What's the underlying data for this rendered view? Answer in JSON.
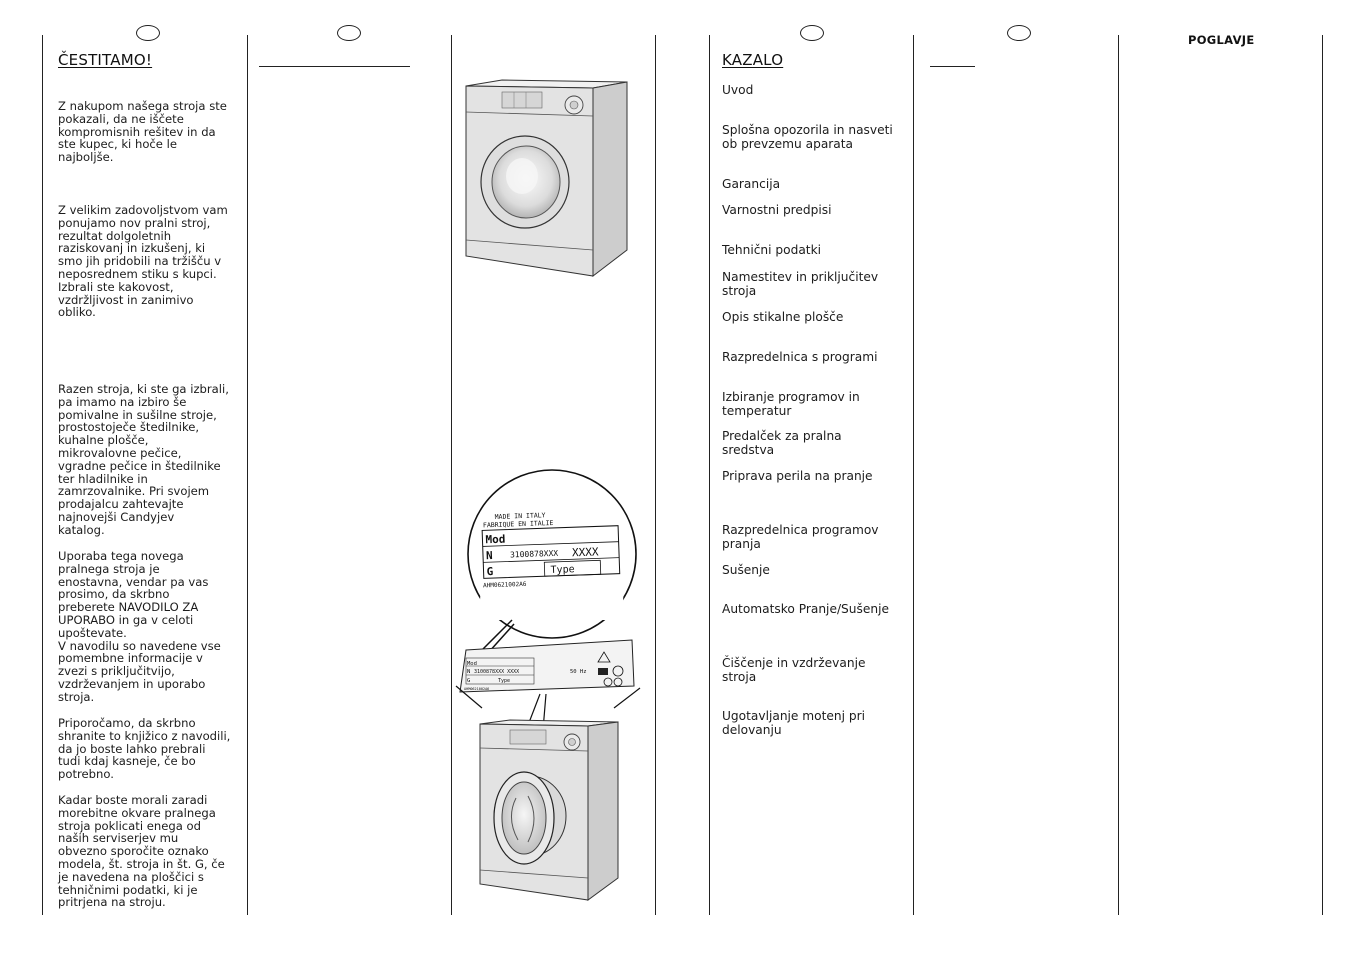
{
  "left_page": {
    "title": "ČESTITAMO!",
    "paragraphs": [
      "Z nakupom našega stroja ste\npokazali, da ne iščete\nkompromisnih rešitev in da\nste kupec, ki hoče le\nnajboljše.",
      "Z velikim zadovoljstvom vam\nponujamo nov pralni stroj,\nrezultat dolgoletnih\nraziskovanj in izkušenj, ki\nsmo jih pridobili na tržišču v\nneposrednem stiku s kupci.\nIzbrali ste kakovost,\nvzdržljivost in zanimivo\nobliko.",
      "Razen stroja, ki ste ga izbrali,\npa imamo na izbiro še\npomivalne in sušilne stroje,\nprostostoječe štedilnike,\nkuhalne plošče,\nmikrovalovne pečice,\nvgradne pečice in štedilnike\nter hladilnike in\nzamrzovalnike. Pri svojem\nprodajalcu zahtevajte\nnajnovejši Candyjev\nkatalog.",
      "Uporaba tega novega\npralnega stroja je\nenostavna, vendar pa vas\nprosimo, da skrbno\npreberete NAVODILO ZA\nUPORABO in ga v celoti\nupoštevate.\nV navodilu so navedene vse\npomembne informacije v\nzvezi s priključitvijo,\nvzdrževanjem in uporabo\nstroja.",
      "Priporočamo, da skrbno\nshranite to knjižico z navodili,\nda jo boste lahko prebrali\ntudi kdaj kasneje, če bo\npotrebno.",
      "Kadar boste morali zaradi\nmorebitne okvare pralnega\nstroja poklicati enega od\nnaših serviserjev mu\nobvezno sporočite oznako\nmodela, št. stroja in št. G, če\nje navedena na ploščici s\ntehničnimi podatki, ki je\npritrjena na stroju."
    ]
  },
  "rating_plate": {
    "line1": "MADE IN ITALY",
    "line2": "FABRIQUE EN ITALIE",
    "mod_label": "Mod",
    "n_label": "N",
    "serial": "3100878XXX",
    "serial_suffix": "XXXX",
    "g_label": "G",
    "type_label": "Type",
    "code": "AHM0621002A6"
  },
  "small_plate": {
    "mod_label": "Mod",
    "n_label": "N",
    "serial": "3100878XXX XXXX",
    "g_label": "G",
    "type_label": "Type",
    "hz": "50 Hz",
    "code": "AHM0621002A6"
  },
  "right_page": {
    "title": "KAZALO",
    "header": "POGLAVJE",
    "toc": [
      "Uvod",
      "Splošna opozorila in nasveti\nob prevzemu aparata",
      "Garancija",
      "Varnostni predpisi",
      "Tehnični podatki",
      "Namestitev in priključitev\nstroja",
      "Opis stikalne plošče",
      "Razpredelnica s programi",
      "Izbiranje programov in\ntemperatur",
      "Predalček za pralna\nsredstva",
      "Priprava perila na pranje",
      "Razpredelnica programov\npranja",
      "Sušenje",
      "Automatsko Pranje/Sušenje",
      "Čiščenje in vzdrževanje\nstroja",
      "Ugotavljanje motenj pri\ndelovanju"
    ]
  },
  "colors": {
    "ink": "#1a1a1a",
    "machine_face": "#e4e4e4",
    "machine_side": "#d0d0d0",
    "machine_top": "#f0f0f0"
  }
}
